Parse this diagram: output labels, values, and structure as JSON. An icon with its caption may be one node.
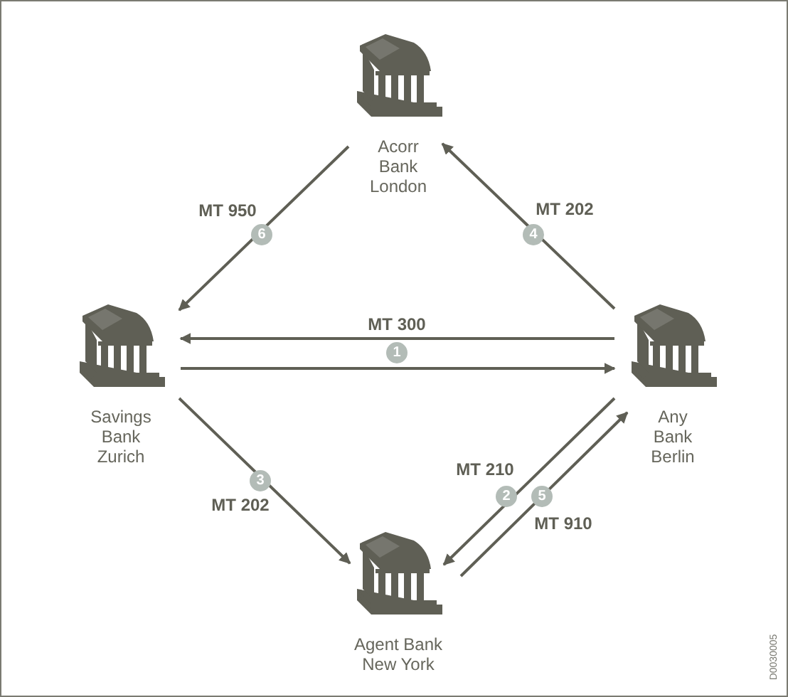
{
  "diagram": {
    "nodes": [
      {
        "text": [
          "Acorr Bank London"
        ]
      },
      {
        "text": [
          "Savings Bank Zurich"
        ]
      },
      {
        "text": [
          "Any Bank Berlin"
        ]
      },
      {
        "text": [
          "Agent Bank New York"
        ]
      }
    ],
    "edges": [
      {
        "from": 2,
        "to": 1,
        "arrow": "to",
        "label": "MT 300"
      },
      {
        "from": 1,
        "to": 2,
        "arrow": "to"
      },
      {
        "from": 1,
        "to": 3,
        "arrow": "to",
        "label": "MT 202"
      },
      {
        "from": 2,
        "to": 3,
        "arrow": "to",
        "label": "MT 210"
      },
      {
        "from": 2,
        "to": 0,
        "arrow": "to",
        "label": "MT 202"
      },
      {
        "from": 3,
        "to": 2,
        "arrow": "to",
        "label": "MT 910"
      },
      {
        "from": 0,
        "to": 1,
        "arrow": "to",
        "label": "MT 950"
      }
    ],
    "labels": [
      "6",
      "4",
      "1",
      "3",
      "2",
      "5",
      "D0030005"
    ]
  }
}
